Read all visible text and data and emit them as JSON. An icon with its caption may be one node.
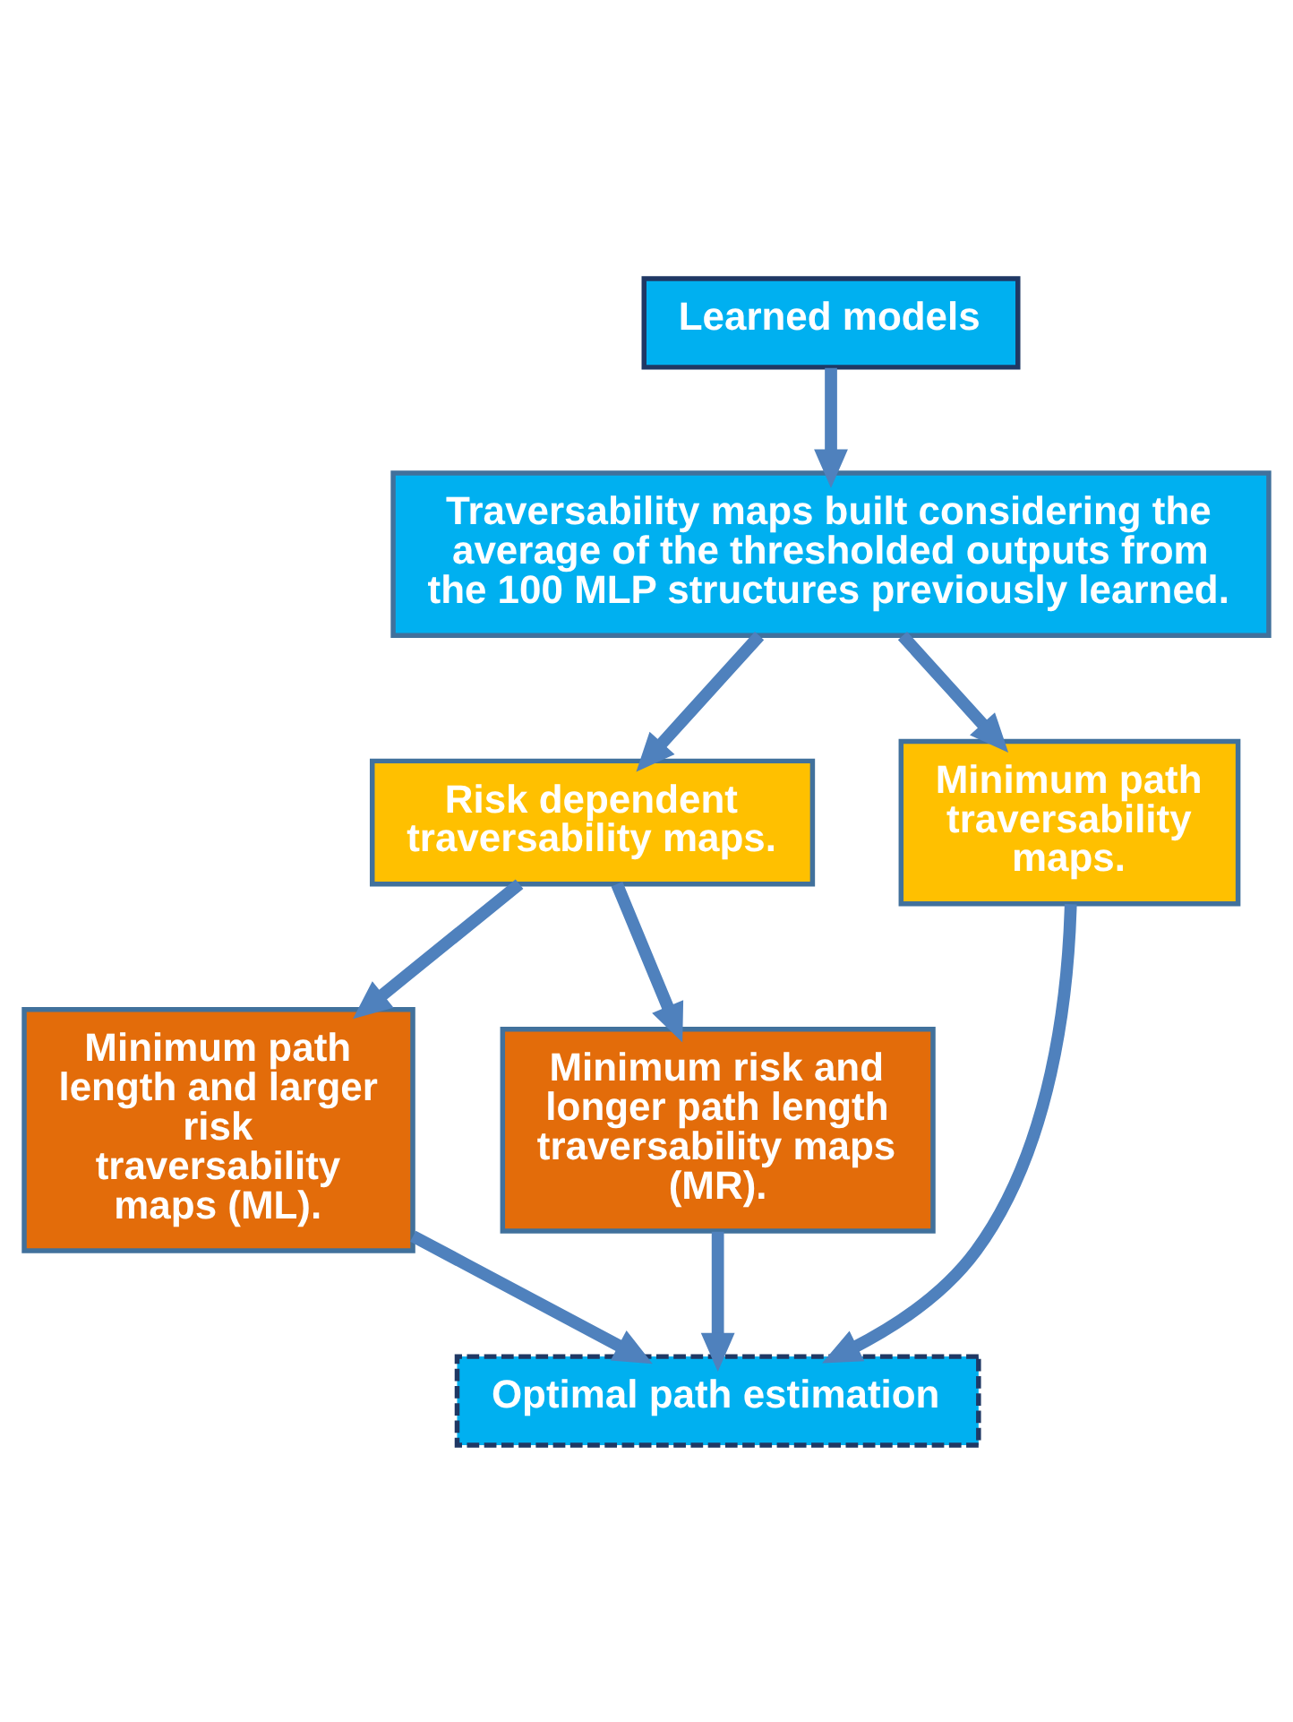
{
  "diagram": {
    "nodes": [
      {
        "text": [
          "Learned models"
        ]
      },
      {
        "text": [
          "Traversability maps built considering the average of the thresholded outputs from the 100 MLP structures previously learned."
        ]
      },
      {
        "text": [
          "Risk dependent traversability maps."
        ]
      },
      {
        "text": [
          "Minimum path traversability maps."
        ]
      },
      {
        "text": [
          "Minimum path length and larger risk traversability maps (ML)."
        ]
      },
      {
        "text": [
          "Minimum risk and longer path length traversability maps (MR)."
        ]
      },
      {
        "text": [
          "Optimal path estimation"
        ]
      }
    ],
    "edges": [
      {
        "from": 0,
        "to": 1,
        "arrow": "to"
      },
      {
        "from": 1,
        "to": 2,
        "arrow": "to"
      },
      {
        "from": 1,
        "to": 3,
        "arrow": "to"
      },
      {
        "from": 2,
        "to": 4,
        "arrow": "to"
      },
      {
        "from": 2,
        "to": 5,
        "arrow": "to"
      },
      {
        "from": 4,
        "to": 6,
        "arrow": "to"
      },
      {
        "from": 5,
        "to": 6,
        "arrow": "to"
      },
      {
        "from": 3,
        "to": 6,
        "arrow": "to"
      }
    ]
  }
}
